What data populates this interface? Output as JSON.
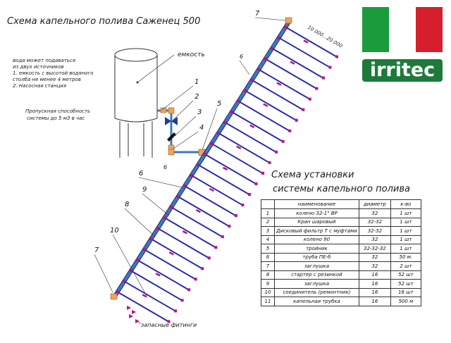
{
  "title": "Схема капельного полива Саженец 500",
  "tank_label": "емкость",
  "notes": [
    "вода может подаваться",
    "из двух источников",
    "1. емкость с высотой водяного",
    "столба не менее 4 метров",
    "2. Насосная станция"
  ],
  "capacity": [
    "Пропускная способность",
    "системы до 5 м3 в час"
  ],
  "length_label": "10 000...20 000",
  "spare_label": "запасные фитинги",
  "callouts": [
    "1",
    "2",
    "3",
    "4",
    "5",
    "6",
    "6",
    "6",
    "7",
    "7",
    "8",
    "9",
    "10"
  ],
  "spec_title": [
    "Схема установки",
    "системы капельного полива"
  ],
  "table": {
    "headers": [
      "",
      "наименование",
      "диаметр",
      "к-во"
    ],
    "rows": [
      [
        "1",
        "колено 32-1\" ВР",
        "32",
        "1 шт"
      ],
      [
        "2",
        "Кран шаровый",
        "32-32",
        "1 шт"
      ],
      [
        "3",
        "Дисковый фильтр Т с муфтами",
        "32-32",
        "1 шт"
      ],
      [
        "4",
        "колено 90",
        "32",
        "1 шт"
      ],
      [
        "5",
        "тройник",
        "32-32-32",
        "1 шт"
      ],
      [
        "6",
        "труба ПЕ-б",
        "32",
        "50 м."
      ],
      [
        "7",
        "заглушка",
        "32",
        "2 шт"
      ],
      [
        "8",
        "стартер с резинкой",
        "16",
        "52 шт"
      ],
      [
        "9",
        "заглушка",
        "16",
        "52 шт"
      ],
      [
        "10",
        "соединитель (ремонтник)",
        "16",
        "16 шт"
      ],
      [
        "11",
        "капельная трубка",
        "16",
        "500 м"
      ]
    ]
  },
  "logo": {
    "text": "irritec",
    "flag_colors": [
      "#1a9b3c",
      "#ffffff",
      "#d61f2c"
    ]
  },
  "colors": {
    "main_pipe": "#3b78c4",
    "lateral": "#2a2ab0",
    "fitting": "#f0a35a",
    "end_plug": "#c0107a"
  }
}
